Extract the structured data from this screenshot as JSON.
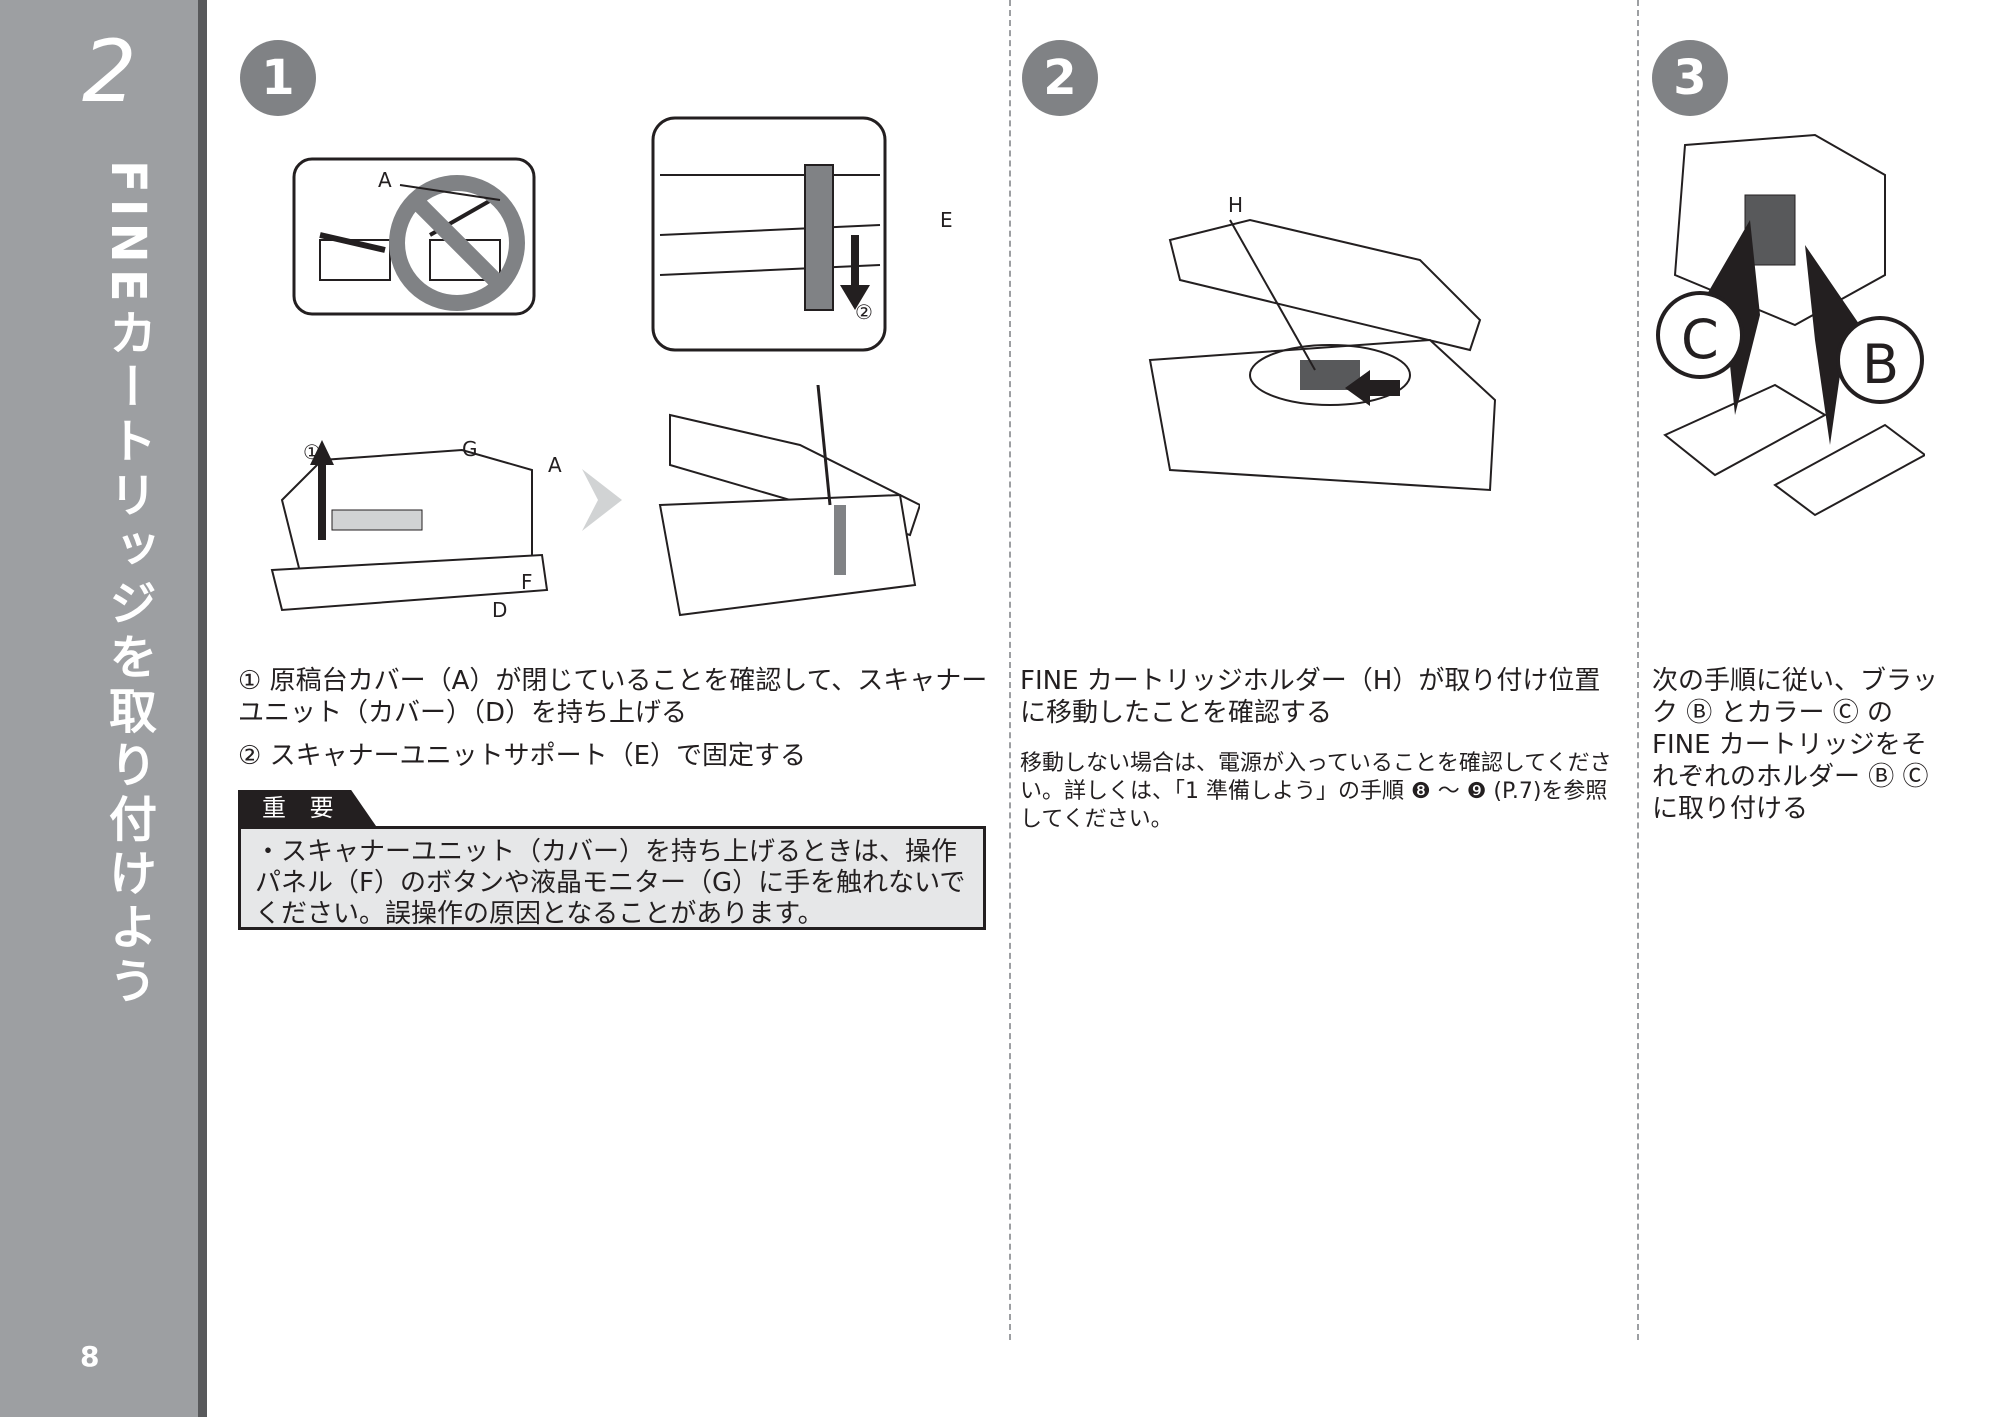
{
  "sidebar": {
    "chapter_number": "2",
    "chapter_title": "FINEカートリッジを取り付けよう",
    "page_number": "8"
  },
  "steps": [
    {
      "number": "1"
    },
    {
      "number": "2"
    },
    {
      "number": "3"
    }
  ],
  "step1": {
    "instruction1_marker": "①",
    "instruction1": "原稿台カバー（A）が閉じていることを確認して、スキャナーユニット（カバー）（D）を持ち上げる",
    "instruction2_marker": "②",
    "instruction2": "スキャナーユニットサポート（E）で固定する",
    "note_heading": "重 要",
    "note_text": "・スキャナーユニット（カバー）を持ち上げるときは、操作パネル（F）のボタンや液晶モニター（G）に手を触れないでください。誤操作の原因となることがあります。",
    "labels": {
      "a1": "A",
      "a2": "A",
      "g": "G",
      "f": "F",
      "d": "D",
      "e": "E",
      "c1": "①",
      "c2": "②"
    }
  },
  "step2": {
    "instruction": "FINE カートリッジホルダー（H）が取り付け位置に移動したことを確認する",
    "note": "移動しない場合は、電源が入っていることを確認してください。詳しくは、「1 準備しよう」の手順 ❽ ～ ❾ (P.7)を参照してください。",
    "labels": {
      "h": "H"
    }
  },
  "step3": {
    "instruction": "次の手順に従い、ブラック Ⓑ とカラー Ⓒ の FINE カートリッジをそれぞれのホルダー Ⓑ Ⓒ に取り付ける",
    "labels": {
      "c": "C",
      "b": "B"
    }
  },
  "colors": {
    "sidebar": "#9d9fa2",
    "sidebar_edge": "#58595b",
    "step_circle": "#808285",
    "note_bg": "#e6e7e8"
  }
}
